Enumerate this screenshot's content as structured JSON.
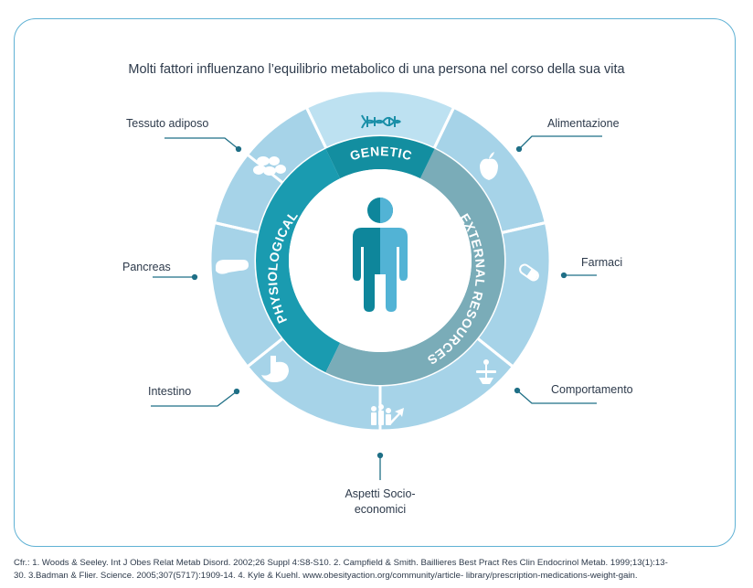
{
  "title": "Molti fattori influenzano l’equilibrio metabolico di una persona nel corso della sua vita",
  "ring": {
    "genetic": "GENETIC",
    "physiological": "PHYSIOLOGICAL",
    "external": "EXTERNAL RESOURCES"
  },
  "factors": {
    "tessuto_adiposo": "Tessuto adiposo",
    "pancreas": "Pancreas",
    "intestino": "Intestino",
    "aspetti_line1": "Aspetti Socio-",
    "aspetti_line2": "economici",
    "alimentazione": "Alimentazione",
    "farmaci": "Farmaci",
    "comportamento": "Comportamento"
  },
  "icons": {
    "dna": "dna-icon",
    "fat": "fat-cells-icon",
    "pancreas": "pancreas-icon",
    "stomach": "stomach-icon",
    "socio": "socio-economic-icon",
    "apple": "apple-icon",
    "pill": "pill-icon",
    "scale": "behavior-icon",
    "person": "person-icon"
  },
  "colors": {
    "frame": "#5fb1d4",
    "genetic_dark": "#138ea0",
    "physio_teal": "#1a9bb0",
    "external_gray": "#7aacb8",
    "outer_light": "#a6d3e8",
    "outer_top": "#bde1f1",
    "person_left": "#0e869b",
    "person_right": "#52b3d5"
  },
  "citation": {
    "line1": "Cfr.: 1. Woods & Seeley.  Int J Obes  Relat  Metab Disord.  2002;26 Suppl  4:S8-S10. 2. Campfield & Smith.  Baillieres Best Pract  Res Clin Endocrinol Metab. 1999;13(1):13-",
    "line2": "30. 3.Badman & Flier. Science. 2005;307(5717):1909-14. 4. Kyle & Kuehl.  www.obesityaction.org/community/article- library/prescription-medications-weight-gain."
  }
}
